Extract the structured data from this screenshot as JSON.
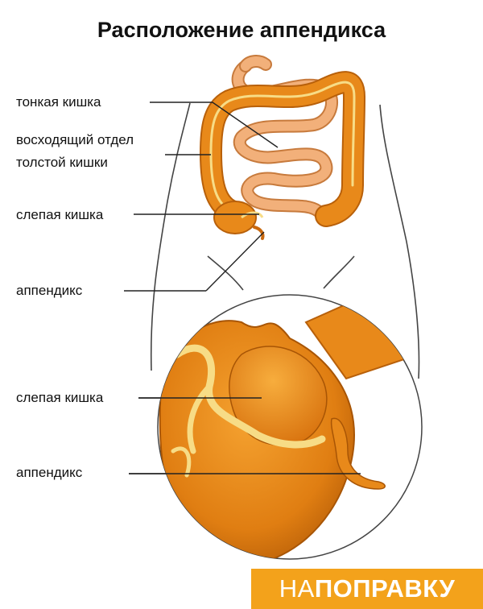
{
  "title": "Расположение аппендикса",
  "labels": {
    "small_intestine": "тонкая кишка",
    "ascending_colon_line1": "восходящий отдел",
    "ascending_colon_line2": "толстой кишки",
    "cecum_top": "слепая кишка",
    "appendix_top": "аппендикс",
    "cecum_zoom": "слепая кишка",
    "appendix_zoom": "аппендикс"
  },
  "logo": {
    "prefix": "НА",
    "main": "ПОПРАВКУ"
  },
  "colors": {
    "organ_fill": "#e8891a",
    "organ_dark": "#c9680d",
    "small_intestine": "#f2b07a",
    "fat": "#f7dc86",
    "outline": "#333333",
    "logo_bg": "#f3a21b"
  }
}
